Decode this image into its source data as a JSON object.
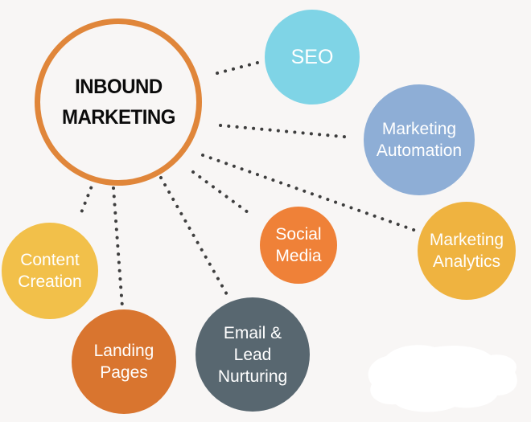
{
  "center": {
    "line1": "INBOUND",
    "line2": "MARKETING"
  },
  "nodes": {
    "seo": {
      "label": "SEO",
      "color": "#7FD4E6"
    },
    "marketing_automation": {
      "line1": "Marketing",
      "line2": "Automation",
      "color": "#8EAED6"
    },
    "marketing_analytics": {
      "line1": "Marketing",
      "line2": "Analytics",
      "color": "#EFB340"
    },
    "social_media": {
      "line1": "Social",
      "line2": "Media",
      "color": "#EF8138"
    },
    "content_creation": {
      "line1": "Content",
      "line2": "Creation",
      "color": "#F2C04A"
    },
    "landing_pages": {
      "line1": "Landing",
      "line2": "Pages",
      "color": "#D9752F"
    },
    "email_lead_nurturing": {
      "line1": "Email &",
      "line2": "Lead",
      "line3": "Nurturing",
      "color": "#586770"
    }
  },
  "colors": {
    "background": "#F8F6F5",
    "center_ring": "#E0863A",
    "center_fill": "#FDFCFC",
    "center_text": "#0B0B0B",
    "node_text": "#FFFFFF",
    "connector_dots": "#3E3E3E",
    "erased_patch": "#FFFFFF"
  }
}
